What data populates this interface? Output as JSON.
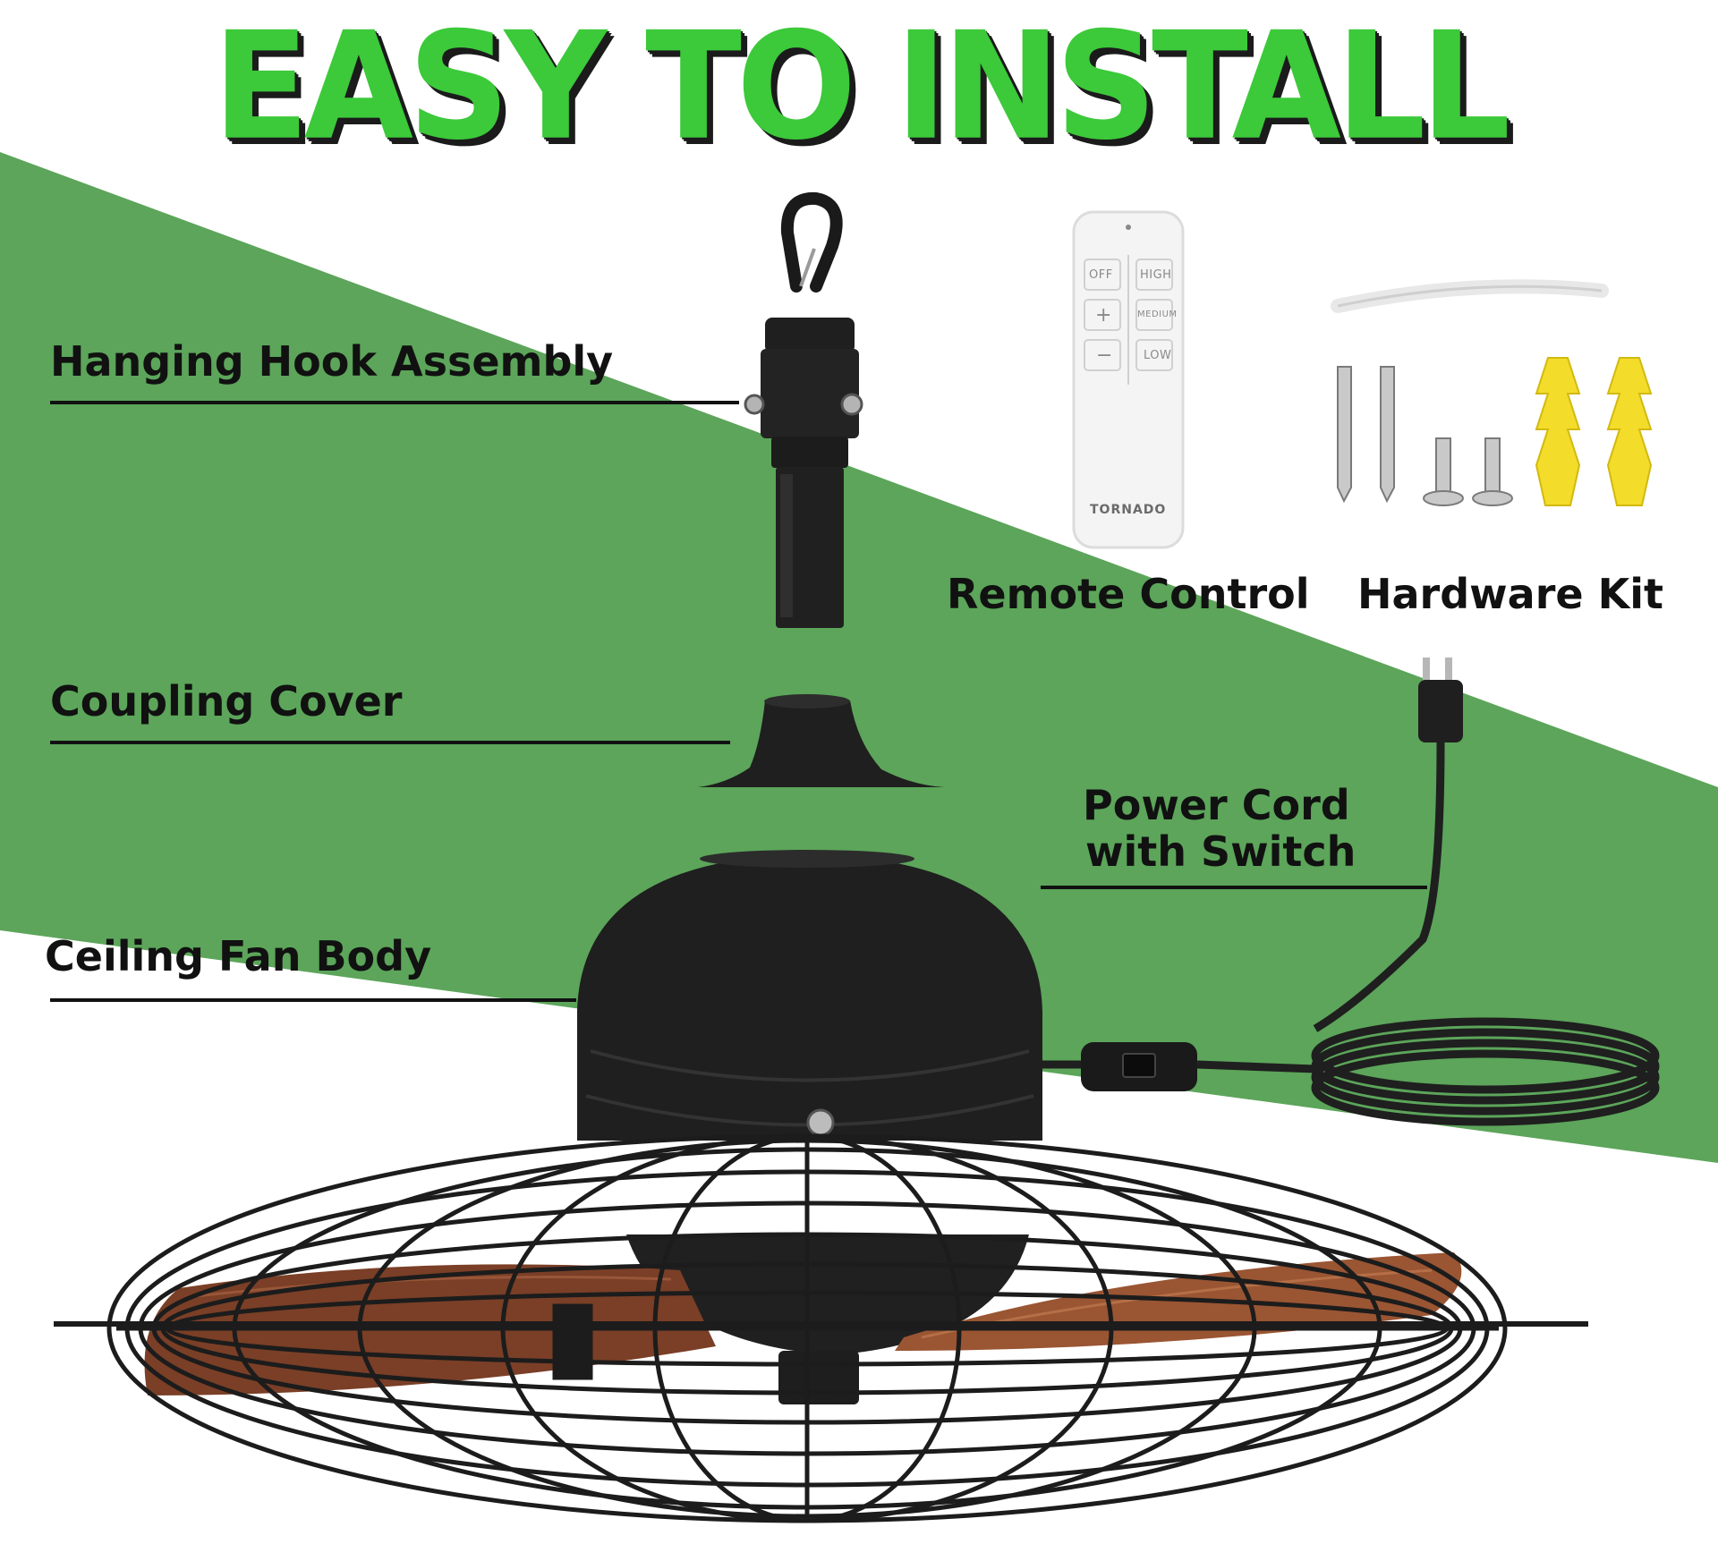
{
  "headline": "EASY TO INSTALL",
  "labels": {
    "hook": "Hanging Hook Assembly",
    "coupling": "Coupling Cover",
    "body": "Ceiling Fan Body",
    "remote": "Remote Control",
    "hardware": "Hardware Kit",
    "cord_line1": "Power Cord",
    "cord_line2": "with Switch"
  },
  "remote_buttons": {
    "off": "OFF",
    "high": "HIGH",
    "plus": "+",
    "medium": "MEDIUM",
    "minus": "−",
    "low": "LOW",
    "brand": "TORNADO"
  },
  "colors": {
    "headline_green": "#3cc93a",
    "band_green": "#5ca55a",
    "metal_black": "#1f1f1f",
    "blade_wood": "#8a4a2c",
    "anchor_yellow": "#f3dc2a"
  }
}
